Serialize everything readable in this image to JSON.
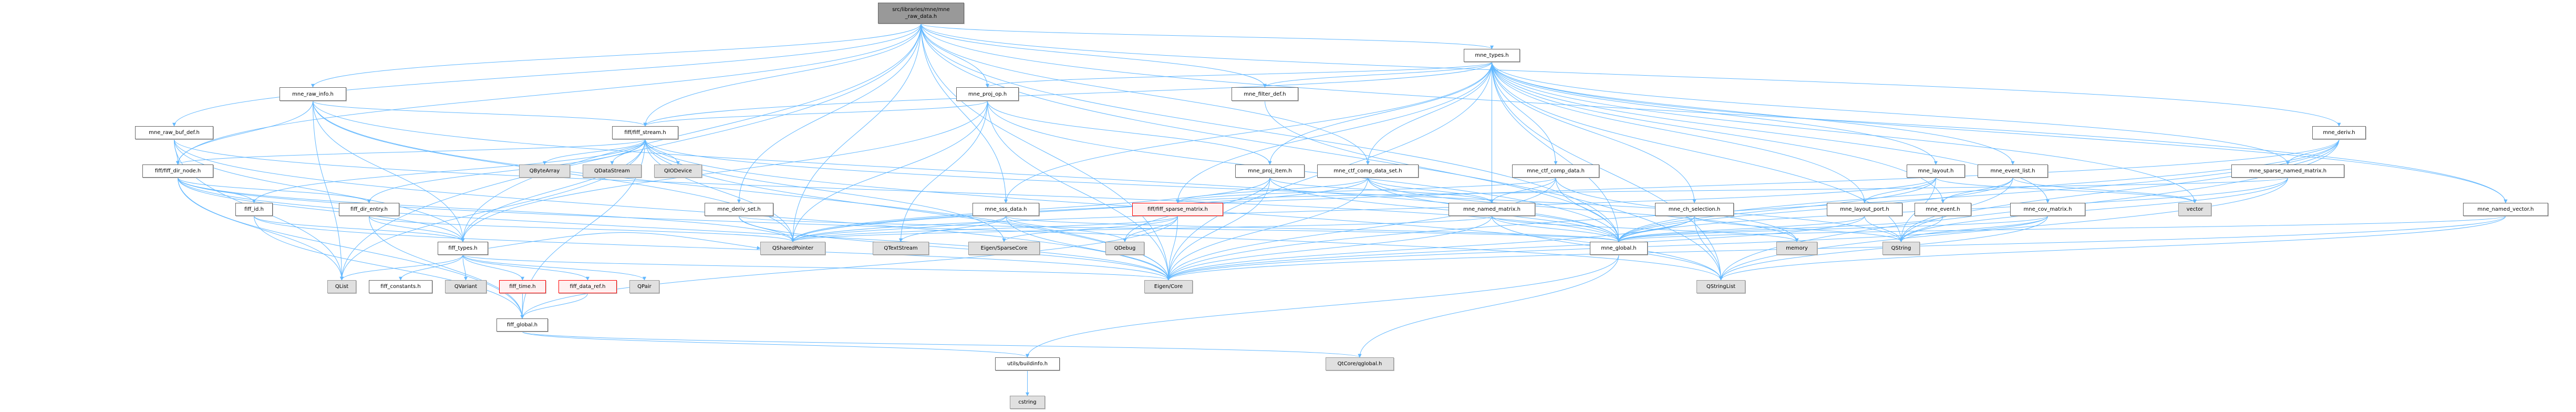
{
  "title": "Include dependency graph for mne_raw_data.h",
  "colors": {
    "edge": "#63b8ff",
    "node_border": "#666666",
    "external_fill": "#e0e0e0",
    "root_fill": "#999999",
    "incomplete_border": "#ff0000"
  },
  "nodes": [
    {
      "id": "root",
      "lines": [
        "src/libraries/mne/mne",
        "_raw_data.h"
      ],
      "kind": "root"
    },
    {
      "id": "mne_raw_info",
      "label": "mne_raw_info.h",
      "kind": "doc"
    },
    {
      "id": "mne_raw_buf_def",
      "label": "mne_raw_buf_def.h",
      "kind": "doc"
    },
    {
      "id": "fiff_dir_node",
      "label": "fiff/fiff_dir_node.h",
      "kind": "doc"
    },
    {
      "id": "fiff_id",
      "label": "fiff_id.h",
      "kind": "doc"
    },
    {
      "id": "fiff_dir_entry",
      "label": "fiff_dir_entry.h",
      "kind": "doc"
    },
    {
      "id": "fiff_types",
      "label": "fiff_types.h",
      "kind": "doc"
    },
    {
      "id": "QList",
      "label": "QList",
      "kind": "ext"
    },
    {
      "id": "fiff_constants",
      "label": "fiff_constants.h",
      "kind": "doc"
    },
    {
      "id": "QVariant",
      "label": "QVariant",
      "kind": "ext"
    },
    {
      "id": "fiff_time",
      "label": "fiff_time.h",
      "kind": "red"
    },
    {
      "id": "fiff_data_ref",
      "label": "fiff_data_ref.h",
      "kind": "red"
    },
    {
      "id": "QPair",
      "label": "QPair",
      "kind": "ext"
    },
    {
      "id": "fiff_global",
      "label": "fiff_global.h",
      "kind": "doc"
    },
    {
      "id": "fiff_stream",
      "label": "fiff/fiff_stream.h",
      "kind": "doc"
    },
    {
      "id": "QByteArray",
      "label": "QByteArray",
      "kind": "ext"
    },
    {
      "id": "QDataStream",
      "label": "QDataStream",
      "kind": "ext"
    },
    {
      "id": "QIODevice",
      "label": "QIODevice",
      "kind": "ext"
    },
    {
      "id": "mne_proj_op",
      "label": "mne_proj_op.h",
      "kind": "doc"
    },
    {
      "id": "mne_filter_def",
      "label": "mne_filter_def.h",
      "kind": "doc"
    },
    {
      "id": "mne_proj_item",
      "label": "mne_proj_item.h",
      "kind": "doc"
    },
    {
      "id": "mne_deriv_set",
      "label": "mne_deriv_set.h",
      "kind": "doc"
    },
    {
      "id": "mne_sss_data",
      "label": "mne_sss_data.h",
      "kind": "doc"
    },
    {
      "id": "fiff_sparse_matrix",
      "label": "fiff/fiff_sparse_matrix.h",
      "kind": "red"
    },
    {
      "id": "QSharedPointer",
      "label": "QSharedPointer",
      "kind": "ext"
    },
    {
      "id": "QTextStream",
      "label": "QTextStream",
      "kind": "ext"
    },
    {
      "id": "EigenSparseCore",
      "label": "Eigen/SparseCore",
      "kind": "ext"
    },
    {
      "id": "QDebug",
      "label": "QDebug",
      "kind": "ext"
    },
    {
      "id": "EigenCore",
      "label": "Eigen/Core",
      "kind": "ext"
    },
    {
      "id": "buildinfo",
      "label": "utils/buildinfo.h",
      "kind": "doc"
    },
    {
      "id": "cstring",
      "label": "cstring",
      "kind": "ext"
    },
    {
      "id": "mne_types",
      "label": "mne_types.h",
      "kind": "doc"
    },
    {
      "id": "mne_ctf_comp_data_set",
      "label": "mne_ctf_comp_data_set.h",
      "kind": "doc"
    },
    {
      "id": "mne_ctf_comp_data",
      "label": "mne_ctf_comp_data.h",
      "kind": "doc"
    },
    {
      "id": "mne_named_matrix",
      "label": "mne_named_matrix.h",
      "kind": "doc"
    },
    {
      "id": "mne_ch_selection",
      "label": "mne_ch_selection.h",
      "kind": "doc"
    },
    {
      "id": "mne_layout_port",
      "label": "mne_layout_port.h",
      "kind": "doc"
    },
    {
      "id": "mne_global",
      "label": "mne_global.h",
      "kind": "doc"
    },
    {
      "id": "memory",
      "label": "memory",
      "kind": "ext"
    },
    {
      "id": "QString",
      "label": "QString",
      "kind": "ext"
    },
    {
      "id": "QStringList",
      "label": "QStringList",
      "kind": "ext"
    },
    {
      "id": "qglobal",
      "label": "QtCore/qglobal.h",
      "kind": "ext"
    },
    {
      "id": "mne_layout",
      "label": "mne_layout.h",
      "kind": "doc"
    },
    {
      "id": "mne_event",
      "label": "mne_event.h",
      "kind": "doc"
    },
    {
      "id": "mne_event_list",
      "label": "mne_event_list.h",
      "kind": "doc"
    },
    {
      "id": "mne_cov_matrix",
      "label": "mne_cov_matrix.h",
      "kind": "doc"
    },
    {
      "id": "vector",
      "label": "vector",
      "kind": "ext"
    },
    {
      "id": "mne_deriv",
      "label": "mne_deriv.h",
      "kind": "doc"
    },
    {
      "id": "mne_sparse_named_matrix",
      "label": "mne_sparse_named_matrix.h",
      "kind": "doc"
    },
    {
      "id": "mne_named_vector",
      "label": "mne_named_vector.h",
      "kind": "doc"
    }
  ],
  "edges": [
    [
      "root",
      "mne_raw_info"
    ],
    [
      "root",
      "mne_raw_buf_def"
    ],
    [
      "root",
      "fiff_dir_node"
    ],
    [
      "root",
      "fiff_stream"
    ],
    [
      "root",
      "mne_proj_op"
    ],
    [
      "root",
      "mne_types"
    ],
    [
      "root",
      "mne_deriv_set"
    ],
    [
      "root",
      "mne_sss_data"
    ],
    [
      "root",
      "mne_ctf_comp_data_set"
    ],
    [
      "root",
      "mne_filter_def"
    ],
    [
      "root",
      "mne_deriv"
    ],
    [
      "root",
      "mne_named_vector"
    ],
    [
      "root",
      "QList"
    ],
    [
      "root",
      "QSharedPointer"
    ],
    [
      "root",
      "EigenCore"
    ],
    [
      "root",
      "QStringList"
    ],
    [
      "root",
      "mne_global"
    ],
    [
      "root",
      "fiff_types"
    ],
    [
      "mne_raw_info",
      "fiff_stream"
    ],
    [
      "mne_raw_info",
      "fiff_dir_node"
    ],
    [
      "mne_raw_info",
      "fiff_types"
    ],
    [
      "mne_raw_info",
      "QList"
    ],
    [
      "mne_raw_info",
      "mne_global"
    ],
    [
      "mne_raw_info",
      "QSharedPointer"
    ],
    [
      "mne_raw_info",
      "EigenCore"
    ],
    [
      "mne_raw_buf_def",
      "fiff_dir_node"
    ],
    [
      "mne_raw_buf_def",
      "QList"
    ],
    [
      "mne_raw_buf_def",
      "fiff_types"
    ],
    [
      "mne_raw_buf_def",
      "EigenCore"
    ],
    [
      "mne_raw_buf_def",
      "mne_global"
    ],
    [
      "fiff_dir_node",
      "fiff_id"
    ],
    [
      "fiff_dir_node",
      "fiff_dir_entry"
    ],
    [
      "fiff_dir_node",
      "fiff_types"
    ],
    [
      "fiff_dir_node",
      "QList"
    ],
    [
      "fiff_dir_node",
      "fiff_global"
    ],
    [
      "fiff_dir_node",
      "QSharedPointer"
    ],
    [
      "fiff_dir_node",
      "EigenCore"
    ],
    [
      "fiff_dir_node",
      "QStringList"
    ],
    [
      "fiff_id",
      "fiff_types"
    ],
    [
      "fiff_id",
      "fiff_global"
    ],
    [
      "fiff_id",
      "EigenCore"
    ],
    [
      "fiff_dir_entry",
      "fiff_types"
    ],
    [
      "fiff_dir_entry",
      "fiff_global"
    ],
    [
      "fiff_dir_entry",
      "QSharedPointer"
    ],
    [
      "fiff_types",
      "QList"
    ],
    [
      "fiff_types",
      "fiff_constants"
    ],
    [
      "fiff_types",
      "QVariant"
    ],
    [
      "fiff_types",
      "fiff_time"
    ],
    [
      "fiff_types",
      "fiff_data_ref"
    ],
    [
      "fiff_types",
      "QPair"
    ],
    [
      "fiff_types",
      "EigenCore"
    ],
    [
      "fiff_types",
      "QSharedPointer"
    ],
    [
      "fiff_time",
      "fiff_global"
    ],
    [
      "fiff_data_ref",
      "fiff_global"
    ],
    [
      "fiff_global",
      "buildinfo"
    ],
    [
      "fiff_global",
      "qglobal"
    ],
    [
      "buildinfo",
      "cstring"
    ],
    [
      "fiff_stream",
      "QByteArray"
    ],
    [
      "fiff_stream",
      "QDataStream"
    ],
    [
      "fiff_stream",
      "QIODevice"
    ],
    [
      "fiff_stream",
      "fiff_dir_node"
    ],
    [
      "fiff_stream",
      "fiff_id"
    ],
    [
      "fiff_stream",
      "fiff_dir_entry"
    ],
    [
      "fiff_stream",
      "fiff_types"
    ],
    [
      "fiff_stream",
      "QList"
    ],
    [
      "fiff_stream",
      "QSharedPointer"
    ],
    [
      "fiff_stream",
      "EigenCore"
    ],
    [
      "fiff_stream",
      "QStringList"
    ],
    [
      "fiff_stream",
      "fiff_global"
    ],
    [
      "fiff_stream",
      "EigenSparseCore"
    ],
    [
      "fiff_stream",
      "QString"
    ],
    [
      "mne_proj_op",
      "fiff_stream"
    ],
    [
      "mne_proj_op",
      "mne_proj_item"
    ],
    [
      "mne_proj_op",
      "QSharedPointer"
    ],
    [
      "mne_proj_op",
      "EigenCore"
    ],
    [
      "mne_proj_op",
      "mne_global"
    ],
    [
      "mne_proj_op",
      "QTextStream"
    ],
    [
      "mne_proj_op",
      "fiff_types"
    ],
    [
      "mne_proj_item",
      "mne_named_matrix"
    ],
    [
      "mne_proj_item",
      "QSharedPointer"
    ],
    [
      "mne_proj_item",
      "EigenCore"
    ],
    [
      "mne_proj_item",
      "mne_global"
    ],
    [
      "mne_proj_item",
      "QDebug"
    ],
    [
      "mne_filter_def",
      "mne_global"
    ],
    [
      "mne_deriv_set",
      "QSharedPointer"
    ],
    [
      "mne_deriv_set",
      "mne_global"
    ],
    [
      "mne_deriv_set",
      "EigenCore"
    ],
    [
      "mne_sss_data",
      "QSharedPointer"
    ],
    [
      "mne_sss_data",
      "QTextStream"
    ],
    [
      "mne_sss_data",
      "QDebug"
    ],
    [
      "mne_sss_data",
      "EigenCore"
    ],
    [
      "mne_sss_data",
      "mne_global"
    ],
    [
      "fiff_sparse_matrix",
      "QDebug"
    ],
    [
      "fiff_sparse_matrix",
      "EigenCore"
    ],
    [
      "fiff_sparse_matrix",
      "EigenSparseCore"
    ],
    [
      "fiff_sparse_matrix",
      "QSharedPointer"
    ],
    [
      "fiff_sparse_matrix",
      "fiff_global"
    ],
    [
      "mne_types",
      "mne_filter_def"
    ],
    [
      "mne_types",
      "mne_proj_op"
    ],
    [
      "mne_types",
      "mne_proj_item"
    ],
    [
      "mne_types",
      "mne_ctf_comp_data_set"
    ],
    [
      "mne_types",
      "mne_ctf_comp_data"
    ],
    [
      "mne_types",
      "mne_named_matrix"
    ],
    [
      "mne_types",
      "mne_ch_selection"
    ],
    [
      "mne_types",
      "mne_layout"
    ],
    [
      "mne_types",
      "mne_layout_port"
    ],
    [
      "mne_types",
      "mne_event"
    ],
    [
      "mne_types",
      "mne_event_list"
    ],
    [
      "mne_types",
      "mne_cov_matrix"
    ],
    [
      "mne_types",
      "vector"
    ],
    [
      "mne_types",
      "mne_sparse_named_matrix"
    ],
    [
      "mne_types",
      "mne_named_vector"
    ],
    [
      "mne_types",
      "fiff_stream"
    ],
    [
      "mne_types",
      "mne_sss_data"
    ],
    [
      "mne_types",
      "fiff_sparse_matrix"
    ],
    [
      "mne_types",
      "mne_global"
    ],
    [
      "mne_types",
      "EigenCore"
    ],
    [
      "mne_types",
      "QString"
    ],
    [
      "mne_types",
      "QStringList"
    ],
    [
      "mne_ctf_comp_data_set",
      "mne_named_matrix"
    ],
    [
      "mne_ctf_comp_data_set",
      "fiff_sparse_matrix"
    ],
    [
      "mne_ctf_comp_data_set",
      "mne_global"
    ],
    [
      "mne_ctf_comp_data_set",
      "memory"
    ],
    [
      "mne_ctf_comp_data_set",
      "QSharedPointer"
    ],
    [
      "mne_ctf_comp_data_set",
      "EigenCore"
    ],
    [
      "mne_ctf_comp_data",
      "mne_named_matrix"
    ],
    [
      "mne_ctf_comp_data",
      "fiff_sparse_matrix"
    ],
    [
      "mne_ctf_comp_data",
      "mne_global"
    ],
    [
      "mne_ctf_comp_data",
      "EigenCore"
    ],
    [
      "mne_ctf_comp_data",
      "memory"
    ],
    [
      "mne_named_matrix",
      "mne_global"
    ],
    [
      "mne_named_matrix",
      "EigenCore"
    ],
    [
      "mne_named_matrix",
      "QStringList"
    ],
    [
      "mne_named_matrix",
      "memory"
    ],
    [
      "mne_named_matrix",
      "QSharedPointer"
    ],
    [
      "mne_ch_selection",
      "mne_global"
    ],
    [
      "mne_ch_selection",
      "QStringList"
    ],
    [
      "mne_ch_selection",
      "EigenCore"
    ],
    [
      "mne_ch_selection",
      "QString"
    ],
    [
      "mne_layout",
      "mne_layout_port"
    ],
    [
      "mne_layout",
      "mne_global"
    ],
    [
      "mne_layout",
      "vector"
    ],
    [
      "mne_layout",
      "QString"
    ],
    [
      "mne_layout",
      "QSharedPointer"
    ],
    [
      "mne_layout_port",
      "QString"
    ],
    [
      "mne_layout_port",
      "mne_global"
    ],
    [
      "mne_layout_port",
      "EigenCore"
    ],
    [
      "mne_event",
      "QString"
    ],
    [
      "mne_event",
      "mne_global"
    ],
    [
      "mne_event_list",
      "mne_event"
    ],
    [
      "mne_event_list",
      "vector"
    ],
    [
      "mne_event_list",
      "mne_global"
    ],
    [
      "mne_event_list",
      "QString"
    ],
    [
      "mne_cov_matrix",
      "mne_global"
    ],
    [
      "mne_cov_matrix",
      "QString"
    ],
    [
      "mne_cov_matrix",
      "EigenCore"
    ],
    [
      "mne_cov_matrix",
      "QStringList"
    ],
    [
      "mne_global",
      "qglobal"
    ],
    [
      "mne_global",
      "buildinfo"
    ],
    [
      "mne_deriv",
      "mne_sparse_named_matrix"
    ],
    [
      "mne_deriv",
      "mne_global"
    ],
    [
      "mne_deriv",
      "QString"
    ],
    [
      "mne_deriv",
      "EigenCore"
    ],
    [
      "mne_deriv",
      "QStringList"
    ],
    [
      "mne_deriv",
      "QSharedPointer"
    ],
    [
      "mne_sparse_named_matrix",
      "fiff_sparse_matrix"
    ],
    [
      "mne_sparse_named_matrix",
      "mne_global"
    ],
    [
      "mne_sparse_named_matrix",
      "QStringList"
    ],
    [
      "mne_sparse_named_matrix",
      "QString"
    ],
    [
      "mne_named_vector",
      "mne_global"
    ],
    [
      "mne_named_vector",
      "EigenCore"
    ],
    [
      "mne_named_vector",
      "QStringList"
    ]
  ]
}
